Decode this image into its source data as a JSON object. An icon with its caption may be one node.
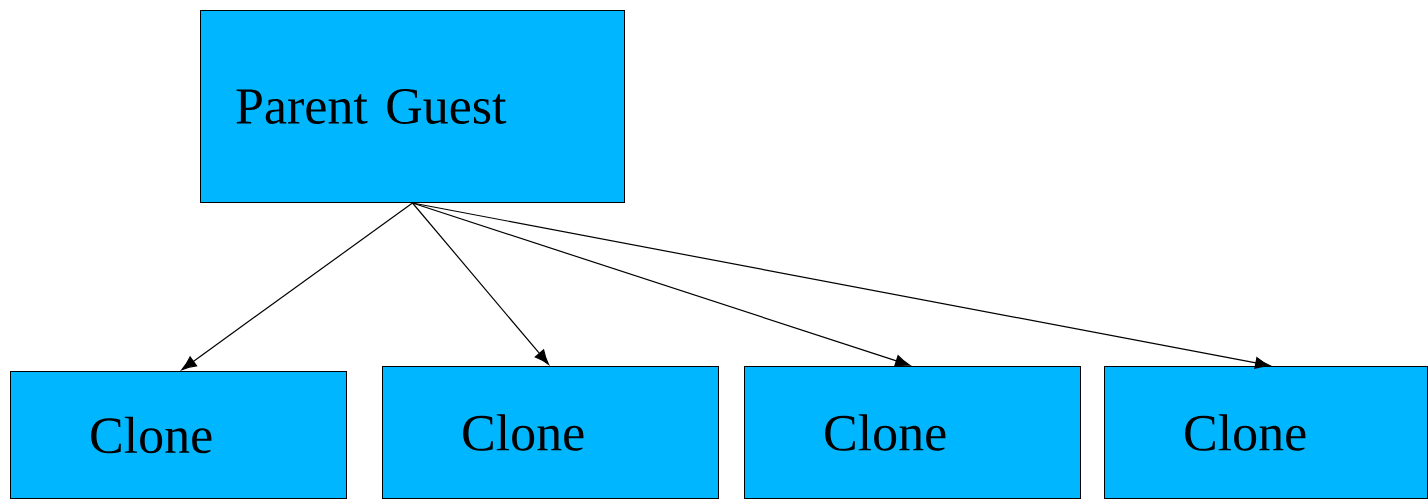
{
  "diagram": {
    "nodes": [
      {
        "text": [
          "Parent Guest"
        ]
      },
      {
        "text": [
          "Clone"
        ]
      },
      {
        "text": [
          "Clone"
        ]
      },
      {
        "text": [
          "Clone"
        ]
      },
      {
        "text": [
          "Clone"
        ]
      }
    ],
    "edges": [
      {
        "from": 0,
        "to": 1,
        "arrow": "to"
      },
      {
        "from": 0,
        "to": 2,
        "arrow": "to"
      },
      {
        "from": 0,
        "to": 3,
        "arrow": "to"
      },
      {
        "from": 0,
        "to": 4,
        "arrow": "to"
      }
    ]
  }
}
